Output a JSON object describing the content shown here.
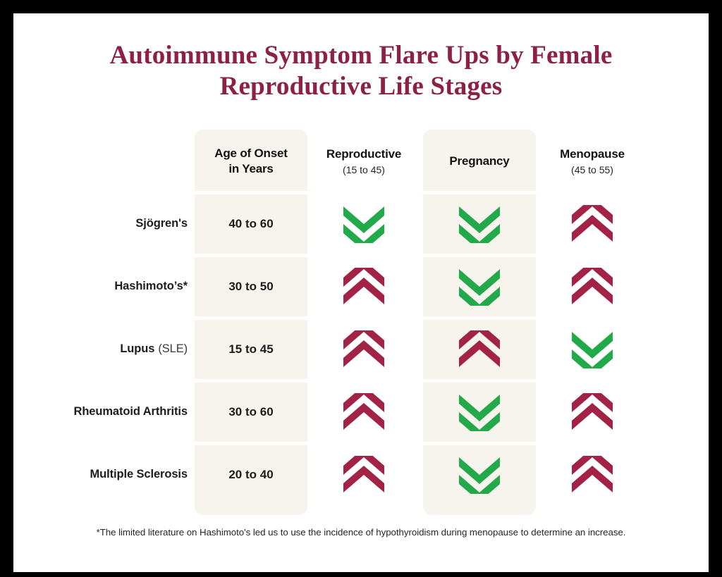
{
  "title": {
    "line1": "Autoimmune Symptom Flare Ups by Female",
    "line2": "Reproductive Life Stages"
  },
  "colors": {
    "title": "#8E1F46",
    "increase": "#A32347",
    "decrease": "#22A94A",
    "cell_shade": "#F7F3ED",
    "canvas": "#FFFFFF",
    "frame": "#000000",
    "text": "#1D1D1D"
  },
  "columns": [
    {
      "key": "condition",
      "label": "",
      "sub": "",
      "shaded": false
    },
    {
      "key": "age",
      "label": "Age of Onset",
      "label2": "in Years",
      "sub": "",
      "shaded": true
    },
    {
      "key": "reproductive",
      "label": "Reproductive",
      "sub": "(15 to 45)",
      "shaded": false
    },
    {
      "key": "pregnancy",
      "label": "Pregnancy",
      "sub": "",
      "shaded": true
    },
    {
      "key": "menopause",
      "label": "Menopause",
      "sub": "(45 to 55)",
      "shaded": false
    }
  ],
  "rows": [
    {
      "condition": "Sjögren's",
      "condition_sub": "",
      "age": "40 to 60",
      "reproductive": "decrease",
      "pregnancy": "decrease",
      "menopause": "increase"
    },
    {
      "condition": "Hashimoto’s*",
      "condition_sub": "",
      "age": "30 to 50",
      "reproductive": "increase",
      "pregnancy": "decrease",
      "menopause": "increase"
    },
    {
      "condition": "Lupus",
      "condition_sub": "(SLE)",
      "age": "15 to 45",
      "reproductive": "increase",
      "pregnancy": "increase",
      "menopause": "decrease"
    },
    {
      "condition": "Rheumatoid Arthritis",
      "condition_sub": "",
      "age": "30 to 60",
      "reproductive": "increase",
      "pregnancy": "decrease",
      "menopause": "increase"
    },
    {
      "condition": "Multiple Sclerosis",
      "condition_sub": "",
      "age": "20 to 40",
      "reproductive": "increase",
      "pregnancy": "decrease",
      "menopause": "increase"
    }
  ],
  "legend_meaning": {
    "increase": "double chevron up (flare ups increase)",
    "decrease": "double chevron down (flare ups decrease)"
  },
  "footnote": "*The limited literature on Hashimoto's led us to use the incidence of hypothyroidism during menopause to determine an increase."
}
